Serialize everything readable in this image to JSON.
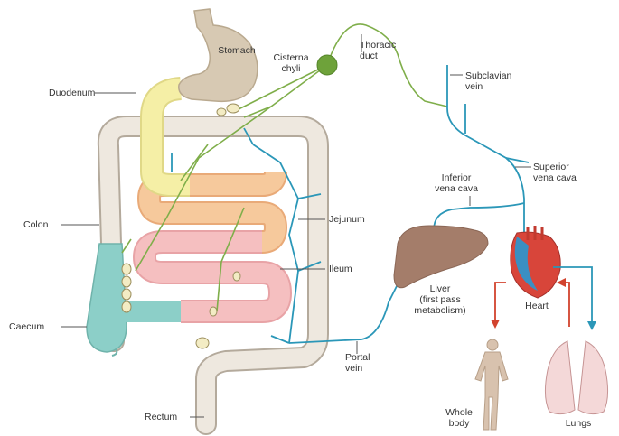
{
  "labels": {
    "stomach": "Stomach",
    "cisterna_line1": "Cisterna",
    "cisterna_line2": "chyli",
    "thoracic_line1": "Thoracic",
    "thoracic_line2": "duct",
    "subclavian_line1": "Subclavian",
    "subclavian_line2": "vein",
    "duodenum": "Duodenum",
    "superior_line1": "Superior",
    "superior_line2": "vena cava",
    "inferior_line1": "Inferior",
    "inferior_line2": "vena cava",
    "colon": "Colon",
    "jejunum": "Jejunum",
    "ileum": "Ileum",
    "liver_line1": "Liver",
    "liver_line2": "(first pass",
    "liver_line3": "metabolism)",
    "heart": "Heart",
    "caecum": "Caecum",
    "portal_line1": "Portal",
    "portal_line2": "vein",
    "whole_line1": "Whole",
    "whole_line2": "body",
    "lungs": "Lungs",
    "rectum": "Rectum"
  },
  "colors": {
    "lymph": "#7fae4a",
    "blood_vein": "#2b97b8",
    "artery_arrow": "#d2432e",
    "colon_fill": "#eee8df",
    "colon_outline": "#b4aa9c",
    "caecum": "#8ccfc8",
    "duodenum": "#f5efa6",
    "jejunum": "#f6c99c",
    "ileum": "#f5bfc0",
    "stomach": "#d7c9b3",
    "liver": "#a47d6a",
    "lungs": "#f4d8d8",
    "body": "#d8c2ae",
    "heart_red": "#d8453a",
    "heart_blue": "#3a8fc2"
  }
}
